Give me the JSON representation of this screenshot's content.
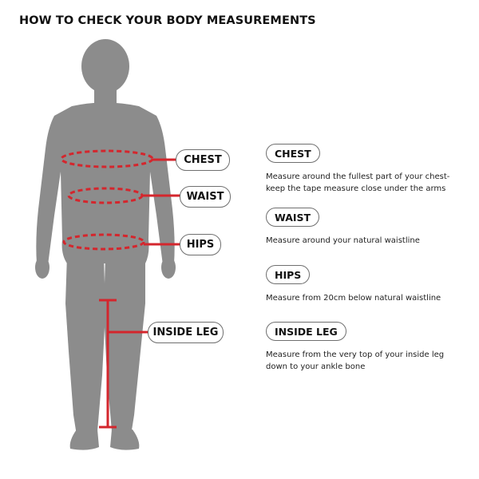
{
  "title": "HOW TO CHECK YOUR BODY MEASUREMENTS",
  "colors": {
    "silhouette": "#8c8c8c",
    "accent": "#d4262d",
    "pill_border": "#6f6f6f"
  },
  "labels": {
    "chest": "CHEST",
    "waist": "WAIST",
    "hips": "HIPS",
    "inside_leg": "INSIDE LEG"
  },
  "legend": {
    "chest": {
      "label": "CHEST",
      "description": "Measure around the fullest part of your chest-keep the tape measure close under the arms"
    },
    "waist": {
      "label": "WAIST",
      "description": "Measure around your natural waistline"
    },
    "hips": {
      "label": "HIPS",
      "description": "Measure from 20cm below natural waistline"
    },
    "inside_leg": {
      "label": "INSIDE LEG",
      "description": "Measure from the very top of your inside leg down to your ankle bone"
    }
  }
}
